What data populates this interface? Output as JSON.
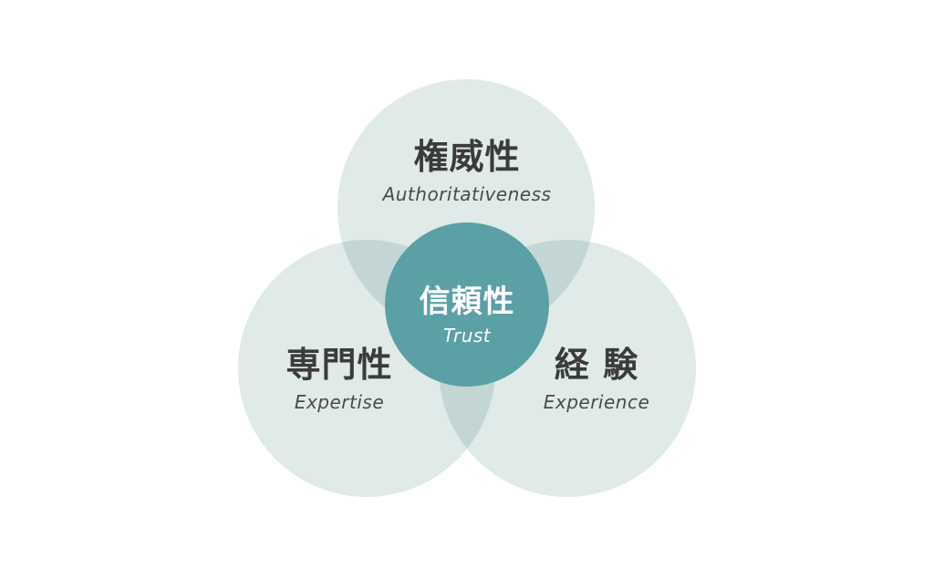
{
  "diagram": {
    "type": "venn",
    "circles": {
      "top": {
        "label_ja": "権威性",
        "label_en": "Authoritativeness"
      },
      "left": {
        "label_ja": "専門性",
        "label_en": "Expertise"
      },
      "right": {
        "label_ja": "経 験",
        "label_en": "Experience"
      }
    },
    "center": {
      "label_ja": "信頼性",
      "label_en": "Trust"
    },
    "colors": {
      "outer_circle_fill": "#dfeae9",
      "overlap_fill": "#c3d7d5",
      "center_circle_fill": "#5aa0a5",
      "label_ja_color": "#3b3b3b",
      "label_en_color": "#4a4a4a",
      "center_text_color": "#ffffff",
      "page_background": "#ffffff"
    }
  }
}
